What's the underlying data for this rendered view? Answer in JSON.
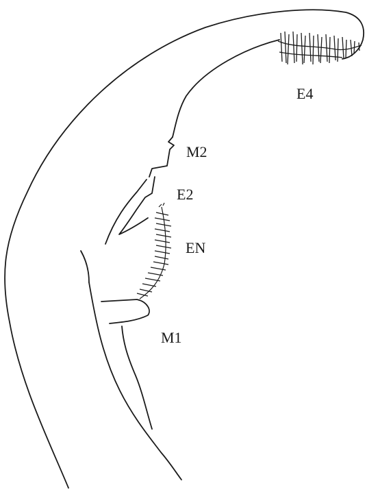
{
  "labels": {
    "e4": "E4",
    "m2": "M2",
    "e2": "E2",
    "en": "EN",
    "m1": "M1"
  },
  "colors": {
    "stroke": "#1a1a1a",
    "background": "#ffffff"
  }
}
